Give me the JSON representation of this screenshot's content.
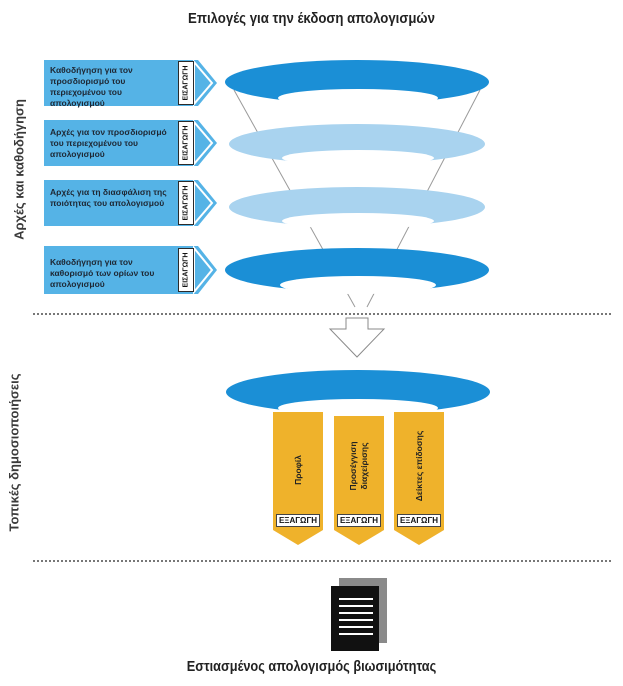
{
  "title": "Επιλογές για την έκδοση απολογισμών",
  "side_labels": {
    "top": "Αρχές και καθοδήγηση",
    "bottom": "Τοπικές δημοσιοποιήσεις"
  },
  "inputs": [
    {
      "text": "Καθοδήγηση για τον προσδιορισμό του περιεχομένου του απολογισμού",
      "tag": "ΕΙΣΑΓΩΓΗ"
    },
    {
      "text": "Αρχές για τον προσδιορισμό του περιεχομένου του απολογισμού",
      "tag": "ΕΙΣΑΓΩΓΗ"
    },
    {
      "text": "Αρχές για τη διασφάλιση της ποιότητας του απολογισμού",
      "tag": "ΕΙΣΑΓΩΓΗ"
    },
    {
      "text": "Καθοδήγηση για τον καθορισμό των ορίων του απολογισμού",
      "tag": "ΕΙΣΑΓΩΓΗ"
    }
  ],
  "outputs": [
    {
      "label": "Προφίλ",
      "tag": "ΕΞΑΓΩΓΗ"
    },
    {
      "label": "Προσέγγιση διαχείρισης",
      "tag": "ΕΞΑΓΩΓΗ"
    },
    {
      "label": "Δείκτες επίδοσης",
      "tag": "ΕΞΑΓΩΓΗ"
    }
  ],
  "footer": "Εστιασμένος απολογισμός βιωσιμότητας",
  "colors": {
    "dark_blue": "#1b8fd6",
    "light_blue": "#a9d3ef",
    "input_blue": "#55b3e6",
    "orange": "#efb22b",
    "doc_black": "#111111"
  }
}
